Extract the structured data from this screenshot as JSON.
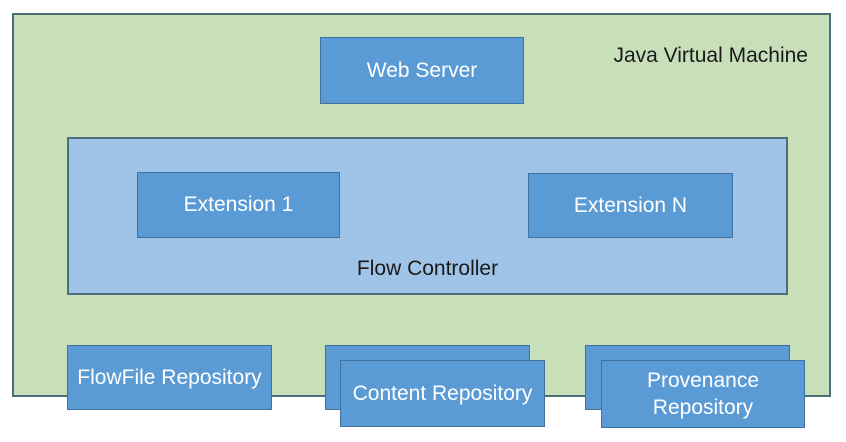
{
  "colors": {
    "jvm_fill": "#c8e0b9",
    "flow_fill": "#a0c4e8",
    "container_border": "#4b6e78",
    "node_fill": "#5b9bd5",
    "node_border": "#41719c",
    "node_text": "#ffffff",
    "label_text": "#1a1a1a"
  },
  "diagram": {
    "jvm": {
      "label": "Java Virtual Machine"
    },
    "web_server": {
      "label": "Web Server"
    },
    "flow_controller": {
      "label": "Flow Controller"
    },
    "extensions": [
      {
        "label": "Extension 1"
      },
      {
        "label": "Extension N"
      }
    ],
    "repositories": [
      {
        "label": "FlowFile Repository",
        "stacked": false
      },
      {
        "label": "Content Repository",
        "stacked": true
      },
      {
        "label": "Provenance Repository",
        "stacked": true
      }
    ]
  }
}
